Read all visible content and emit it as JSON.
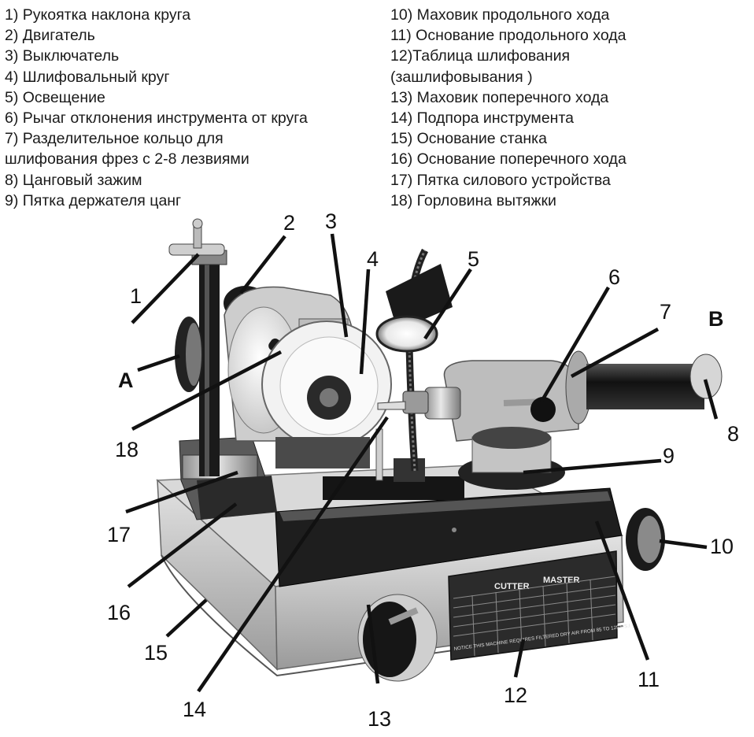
{
  "legend_left": [
    "1) Рукоятка наклона круга",
    "2) Двигатель",
    "3) Выключатель",
    "4) Шлифовальный круг",
    "5) Освещение",
    "6) Рычаг отклонения инструмента от круга",
    "7) Разделительное кольцо для",
    "шлифования фрез с 2-8 лезвиями",
    "8) Цанговый зажим",
    "9) Пятка держателя цанг"
  ],
  "legend_right": [
    "10) Маховик продольного хода",
    "11) Основание продольного хода",
    "12)Таблица шлифования",
    "(зашлифовывания )",
    "13) Маховик поперечного хода",
    "14) Подпора инструмента",
    "15) Основание станка",
    "16) Основание поперечного хода",
    "17) Пятка силового устройства",
    "18) Горловина вытяжки"
  ],
  "callouts": {
    "n1": "1",
    "n2": "2",
    "n3": "3",
    "n4": "4",
    "n5": "5",
    "n6": "6",
    "n7": "7",
    "n8": "8",
    "n9": "9",
    "n10": "10",
    "n11": "11",
    "n12": "12",
    "n13": "13",
    "n14": "14",
    "n15": "15",
    "n16": "16",
    "n17": "17",
    "n18": "18",
    "A": "A",
    "B": "B"
  },
  "plate": {
    "brand_left": "CUTTER",
    "brand_right": "MASTER",
    "notice": "NOTICE THIS MACHINE REQUIRES FILTERED DRY AIR FROM 85 TO 125 P.S.I"
  },
  "colors": {
    "base_light": "#cfcfcf",
    "base_dark": "#4a4a4a",
    "metal": "#b8b8b8",
    "black_part": "#1c1c1c",
    "ink": "#111111"
  }
}
